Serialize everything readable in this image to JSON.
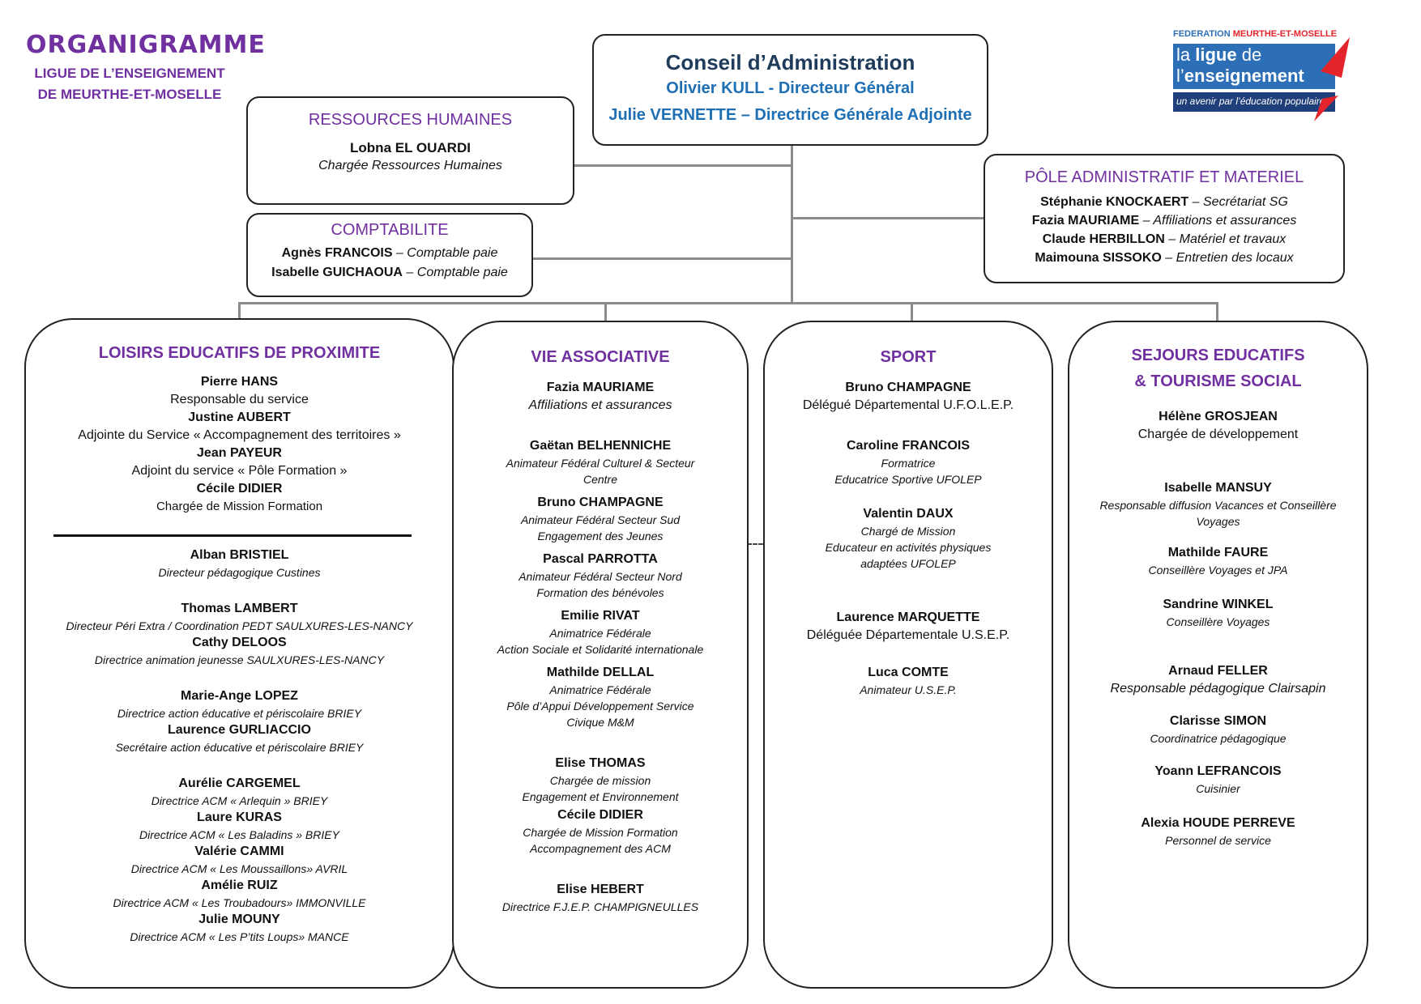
{
  "header": {
    "title": "ORGANIGRAMME",
    "subtitle_line1": "LIGUE DE L’ENSEIGNEMENT",
    "subtitle_line2": "DE MEURTHE-ET-MOSELLE"
  },
  "logo": {
    "top_left": "FEDERATION",
    "top_right": "MEURTHE-ET-MOSELLE",
    "line1_a": "la",
    "line1_b": "ligue",
    "line1_c": "de",
    "line2_a": "l’",
    "line2_b": "enseignement",
    "tagline": "un avenir par l’éducation populaire",
    "colors": {
      "blue": "#2d6fb6",
      "red": "#e3242b",
      "navy": "#1f3f7a"
    }
  },
  "conseil": {
    "title": "Conseil d’Administration",
    "line1": "Olivier KULL - Directeur Général",
    "line2": "Julie VERNETTE – Directrice Générale Adjointe"
  },
  "rh": {
    "title": "RESSOURCES HUMAINES",
    "name": "Lobna  EL OUARDI",
    "role": "Chargée Ressources Humaines"
  },
  "comptabilite": {
    "title": "COMPTABILITE",
    "items": [
      {
        "name": "Agnès FRANCOIS",
        "role": " – Comptable paie"
      },
      {
        "name": "Isabelle GUICHAOUA",
        "role": " – Comptable paie"
      }
    ]
  },
  "pole": {
    "title": "PÔLE ADMINISTRATIF ET MATERIEL",
    "items": [
      {
        "name": "Stéphanie KNOCKAERT",
        "role": " – Secrétariat SG"
      },
      {
        "name": "Fazia MAURIAME",
        "role": " – Affiliations et assurances"
      },
      {
        "name": "Claude HERBILLON",
        "role": " – Matériel et travaux"
      },
      {
        "name": "Maimouna SISSOKO",
        "role": " – Entretien des locaux"
      }
    ]
  },
  "loisirs": {
    "title": "LOISIRS EDUCATIFS DE PROXIMITE",
    "top": [
      {
        "name": "Pierre HANS",
        "role": "Responsable du service"
      },
      {
        "name": "Justine AUBERT",
        "role": "Adjointe du Service « Accompagnement des territoires »"
      },
      {
        "name": "Jean PAYEUR",
        "role": "Adjoint du service « Pôle Formation »"
      },
      {
        "name": "Cécile DIDIER",
        "role": "Chargée de Mission Formation"
      }
    ],
    "g1": [
      {
        "name": "Alban BRISTIEL",
        "role": "Directeur pédagogique Custines"
      }
    ],
    "g2": [
      {
        "name": "Thomas LAMBERT",
        "role": "Directeur Péri Extra / Coordination PEDT SAULXURES-LES-NANCY"
      },
      {
        "name": "Cathy DELOOS",
        "role": "Directrice animation jeunesse SAULXURES-LES-NANCY"
      }
    ],
    "g3": [
      {
        "name": "Marie-Ange LOPEZ",
        "role": "Directrice action éducative et périscolaire BRIEY"
      },
      {
        "name": "Laurence GURLIACCIO",
        "role": "Secrétaire action éducative et périscolaire BRIEY"
      }
    ],
    "g4": [
      {
        "name": "Aurélie CARGEMEL",
        "role": "Directrice ACM « Arlequin » BRIEY"
      },
      {
        "name": "Laure KURAS",
        "role": "Directrice ACM « Les Baladins » BRIEY"
      },
      {
        "name": "Valérie CAMMI",
        "role": "Directrice ACM « Les Moussaillons» AVRIL"
      },
      {
        "name": "Amélie RUIZ",
        "role": "Directrice ACM « Les Troubadours» IMMONVILLE"
      },
      {
        "name": "Julie MOUNY",
        "role": "Directrice ACM « Les P’tits Loups» MANCE"
      }
    ]
  },
  "vie": {
    "title": "VIE ASSOCIATIVE",
    "fazia": {
      "name": "Fazia MAURIAME",
      "role": "Affiliations et assurances"
    },
    "g1": [
      {
        "name": "Gaëtan BELHENNICHE",
        "r1": "Animateur Fédéral Culturel & Secteur",
        "r2": "Centre"
      },
      {
        "name": "Bruno CHAMPAGNE",
        "r1": "Animateur Fédéral Secteur Sud",
        "r2": "Engagement des Jeunes"
      },
      {
        "name": "Pascal PARROTTA",
        "r1": "Animateur Fédéral Secteur Nord",
        "r2": "Formation des bénévoles"
      },
      {
        "name": "Emilie RIVAT",
        "r1": "Animatrice Fédérale",
        "r2": "Action  Sociale et Solidarité internationale"
      }
    ],
    "mathilde": {
      "name": "Mathilde DELLAL",
      "r1": "Animatrice Fédérale",
      "r2": "Pôle d’Appui  Développement Service",
      "r3": "Civique M&M"
    },
    "g2": [
      {
        "name": "Elise THOMAS",
        "r1": "Chargée de mission",
        "r2": "Engagement et Environnement"
      },
      {
        "name": "Cécile DIDIER",
        "r1": "Chargée de Mission Formation",
        "r2": "Accompagnement des ACM"
      }
    ],
    "elise_hebert": {
      "name": "Elise HEBERT",
      "role": "Directrice F.J.E.P. CHAMPIGNEULLES"
    }
  },
  "sport": {
    "title": "SPORT",
    "bruno": {
      "name": "Bruno CHAMPAGNE",
      "role": "Délégué Départemental U.F.O.L.E.P."
    },
    "caroline": {
      "name": "Caroline FRANCOIS",
      "r1": "Formatrice",
      "r2": "Educatrice Sportive UFOLEP"
    },
    "valentin": {
      "name": "Valentin DAUX",
      "r1": "Chargé de Mission",
      "r2": "Educateur en activités physiques",
      "r3": "adaptées UFOLEP"
    },
    "laurence": {
      "name": "Laurence MARQUETTE",
      "role": "Déléguée Départementale U.S.E.P."
    },
    "luca": {
      "name": "Luca COMTE",
      "role": "Animateur U.S.E.P."
    }
  },
  "sejours": {
    "title1": "SEJOURS EDUCATIFS",
    "title2": "& TOURISME SOCIAL",
    "helene": {
      "name": "Hélène GROSJEAN",
      "role": "Chargée de développement"
    },
    "isabelle": {
      "name": "Isabelle MANSUY",
      "r1": "Responsable diffusion Vacances et Conseillère",
      "r2": "Voyages"
    },
    "mathilde": {
      "name": "Mathilde FAURE",
      "role": "Conseillère Voyages et JPA"
    },
    "sandrine": {
      "name": "Sandrine WINKEL",
      "role": "Conseillère Voyages"
    },
    "arnaud": {
      "name": "Arnaud FELLER",
      "role": "Responsable pédagogique Clairsapin"
    },
    "clarisse": {
      "name": "Clarisse SIMON",
      "role": "Coordinatrice pédagogique"
    },
    "yoann": {
      "name": "Yoann LEFRANCOIS",
      "role": "Cuisinier"
    },
    "alexia": {
      "name": "Alexia HOUDE PERREVE",
      "role": "Personnel de service"
    }
  }
}
